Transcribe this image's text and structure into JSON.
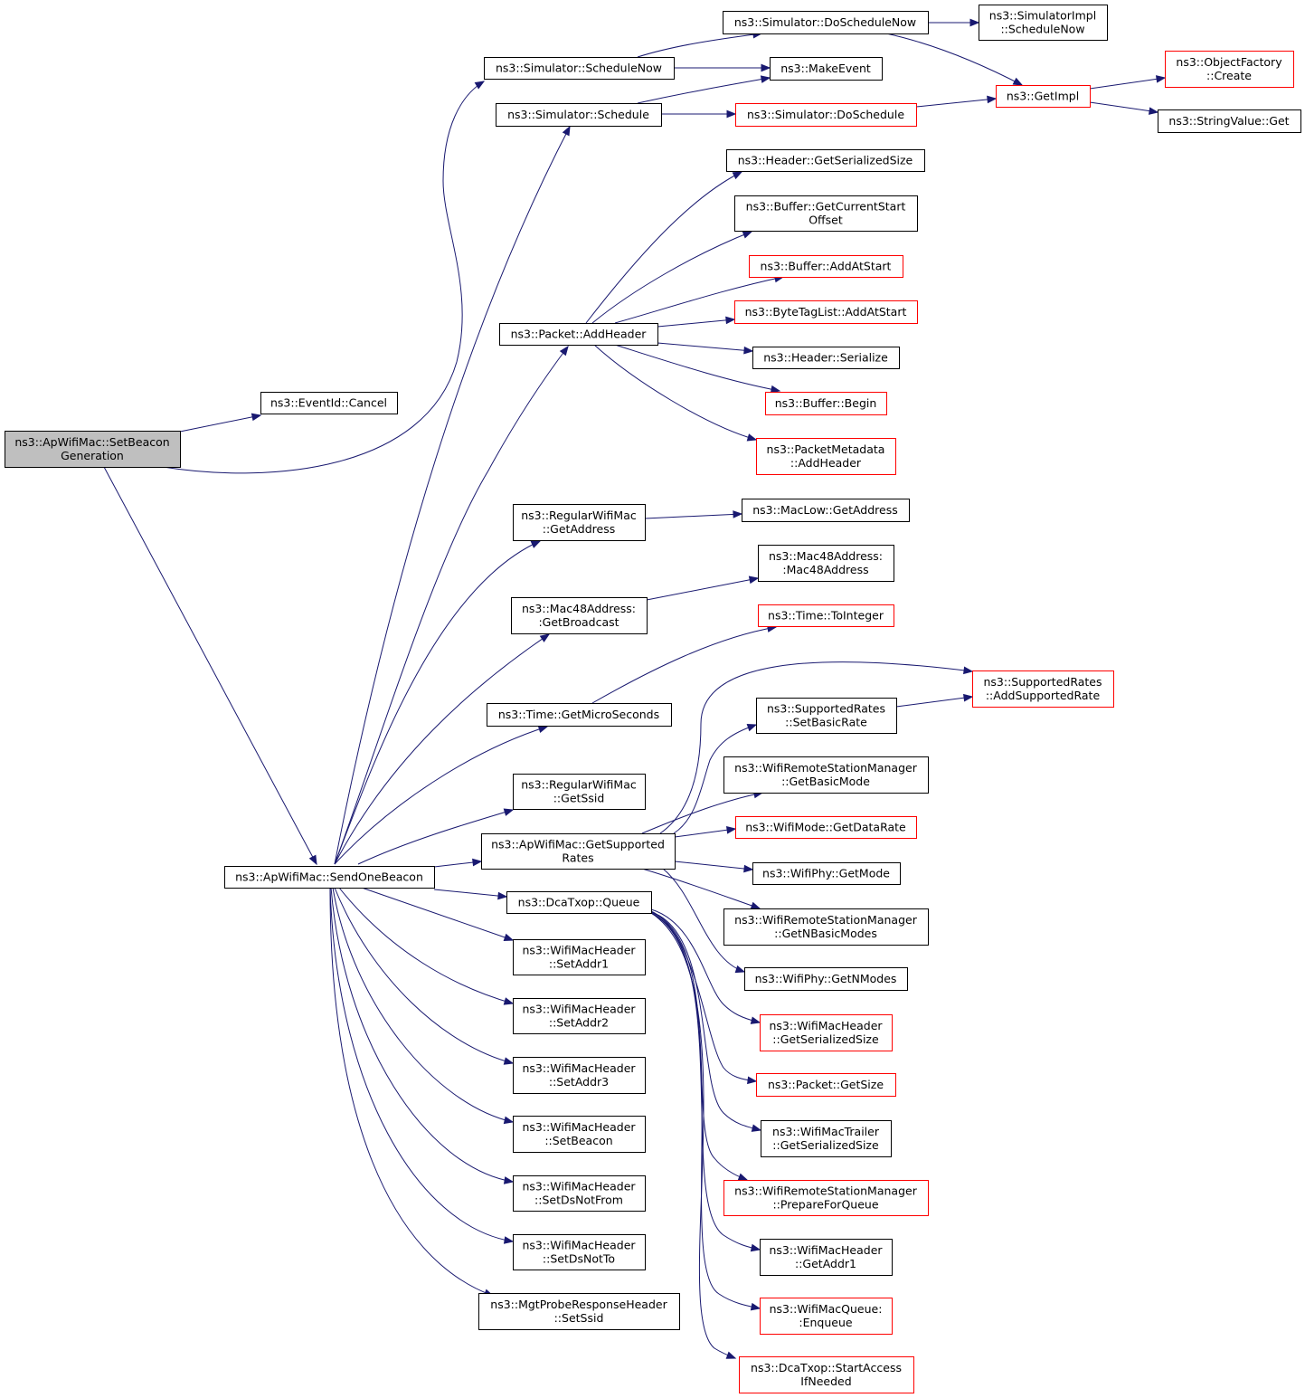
{
  "colors": {
    "edge": "#191970",
    "border_normal": "#000000",
    "border_truncated": "#ff0000",
    "fill_normal": "#ffffff",
    "fill_root": "#bfbfbf"
  },
  "nodes": [
    {
      "id": "n_setbeacongen",
      "lines": [
        "ns3::ApWifiMac::SetBeacon",
        "Generation"
      ],
      "style": "root"
    },
    {
      "id": "n_eventcancel",
      "lines": [
        "ns3::EventId::Cancel"
      ],
      "style": "normal"
    },
    {
      "id": "n_sendonebeacon",
      "lines": [
        "ns3::ApWifiMac::SendOneBeacon"
      ],
      "style": "normal"
    },
    {
      "id": "n_schedulenow",
      "lines": [
        "ns3::Simulator::ScheduleNow"
      ],
      "style": "normal"
    },
    {
      "id": "n_schedule",
      "lines": [
        "ns3::Simulator::Schedule"
      ],
      "style": "normal"
    },
    {
      "id": "n_doschedulenow",
      "lines": [
        "ns3::Simulator::DoScheduleNow"
      ],
      "style": "normal"
    },
    {
      "id": "n_makeevent",
      "lines": [
        "ns3::MakeEvent"
      ],
      "style": "normal"
    },
    {
      "id": "n_doschedule",
      "lines": [
        "ns3::Simulator::DoSchedule"
      ],
      "style": "truncated"
    },
    {
      "id": "n_simimplschedulenow",
      "lines": [
        "ns3::SimulatorImpl",
        "::ScheduleNow"
      ],
      "style": "normal"
    },
    {
      "id": "n_getimpl",
      "lines": [
        "ns3::GetImpl"
      ],
      "style": "truncated"
    },
    {
      "id": "n_objfactorycreate",
      "lines": [
        "ns3::ObjectFactory",
        "::Create"
      ],
      "style": "truncated"
    },
    {
      "id": "n_stringvalueget",
      "lines": [
        "ns3::StringValue::Get"
      ],
      "style": "normal"
    },
    {
      "id": "n_packetaddheader",
      "lines": [
        "ns3::Packet::AddHeader"
      ],
      "style": "normal"
    },
    {
      "id": "n_headergetserializedsize",
      "lines": [
        "ns3::Header::GetSerializedSize"
      ],
      "style": "normal"
    },
    {
      "id": "n_buffergetcurrentstart",
      "lines": [
        "ns3::Buffer::GetCurrentStart",
        "Offset"
      ],
      "style": "normal"
    },
    {
      "id": "n_bufferaddatstart",
      "lines": [
        "ns3::Buffer::AddAtStart"
      ],
      "style": "truncated"
    },
    {
      "id": "n_bytetaglistaddatstart",
      "lines": [
        "ns3::ByteTagList::AddAtStart"
      ],
      "style": "truncated"
    },
    {
      "id": "n_headerserialize",
      "lines": [
        "ns3::Header::Serialize"
      ],
      "style": "normal"
    },
    {
      "id": "n_bufferbegin",
      "lines": [
        "ns3::Buffer::Begin"
      ],
      "style": "truncated"
    },
    {
      "id": "n_packetmetadataaddheader",
      "lines": [
        "ns3::PacketMetadata",
        "::AddHeader"
      ],
      "style": "truncated"
    },
    {
      "id": "n_regwifimacgetaddress",
      "lines": [
        "ns3::RegularWifiMac",
        "::GetAddress"
      ],
      "style": "normal"
    },
    {
      "id": "n_maclowgetaddress",
      "lines": [
        "ns3::MacLow::GetAddress"
      ],
      "style": "normal"
    },
    {
      "id": "n_mac48getbroadcast",
      "lines": [
        "ns3::Mac48Address:",
        ":GetBroadcast"
      ],
      "style": "normal"
    },
    {
      "id": "n_mac48ctor",
      "lines": [
        "ns3::Mac48Address:",
        ":Mac48Address"
      ],
      "style": "normal"
    },
    {
      "id": "n_timetointeger",
      "lines": [
        "ns3::Time::ToInteger"
      ],
      "style": "truncated"
    },
    {
      "id": "n_timegetmicroseconds",
      "lines": [
        "ns3::Time::GetMicroSeconds"
      ],
      "style": "normal"
    },
    {
      "id": "n_suppratesaddsupported",
      "lines": [
        "ns3::SupportedRates",
        "::AddSupportedRate"
      ],
      "style": "truncated"
    },
    {
      "id": "n_suppratessetbasic",
      "lines": [
        "ns3::SupportedRates",
        "::SetBasicRate"
      ],
      "style": "normal"
    },
    {
      "id": "n_regwifimacgetssid",
      "lines": [
        "ns3::RegularWifiMac",
        "::GetSsid"
      ],
      "style": "normal"
    },
    {
      "id": "n_wrsmgetbasicmode",
      "lines": [
        "ns3::WifiRemoteStationManager",
        "::GetBasicMode"
      ],
      "style": "normal"
    },
    {
      "id": "n_apwifimacgetsupportedrates",
      "lines": [
        "ns3::ApWifiMac::GetSupported",
        "Rates"
      ],
      "style": "normal"
    },
    {
      "id": "n_wifimodegetdatarate",
      "lines": [
        "ns3::WifiMode::GetDataRate"
      ],
      "style": "truncated"
    },
    {
      "id": "n_wifiphygetmode",
      "lines": [
        "ns3::WifiPhy::GetMode"
      ],
      "style": "normal"
    },
    {
      "id": "n_dcatxopqueue",
      "lines": [
        "ns3::DcaTxop::Queue"
      ],
      "style": "normal"
    },
    {
      "id": "n_wrsmgetnbasicmodes",
      "lines": [
        "ns3::WifiRemoteStationManager",
        "::GetNBasicModes"
      ],
      "style": "normal"
    },
    {
      "id": "n_wifimacheadersetaddr1",
      "lines": [
        "ns3::WifiMacHeader",
        "::SetAddr1"
      ],
      "style": "normal"
    },
    {
      "id": "n_wifiphygetnmodes",
      "lines": [
        "ns3::WifiPhy::GetNModes"
      ],
      "style": "normal"
    },
    {
      "id": "n_wifimacheadersetaddr2",
      "lines": [
        "ns3::WifiMacHeader",
        "::SetAddr2"
      ],
      "style": "normal"
    },
    {
      "id": "n_wifimacheadergetserializedsize",
      "lines": [
        "ns3::WifiMacHeader",
        "::GetSerializedSize"
      ],
      "style": "truncated"
    },
    {
      "id": "n_wifimacheadersetaddr3",
      "lines": [
        "ns3::WifiMacHeader",
        "::SetAddr3"
      ],
      "style": "normal"
    },
    {
      "id": "n_packetgetsize",
      "lines": [
        "ns3::Packet::GetSize"
      ],
      "style": "truncated"
    },
    {
      "id": "n_wifimacheadersetbeacon",
      "lines": [
        "ns3::WifiMacHeader",
        "::SetBeacon"
      ],
      "style": "normal"
    },
    {
      "id": "n_wifimactrailergetserializedsize",
      "lines": [
        "ns3::WifiMacTrailer",
        "::GetSerializedSize"
      ],
      "style": "normal"
    },
    {
      "id": "n_wifimacheadersetdsnotfrom",
      "lines": [
        "ns3::WifiMacHeader",
        "::SetDsNotFrom"
      ],
      "style": "normal"
    },
    {
      "id": "n_wrsmprepareforqueue",
      "lines": [
        "ns3::WifiRemoteStationManager",
        "::PrepareForQueue"
      ],
      "style": "truncated"
    },
    {
      "id": "n_wifimacheadersetdsnotto",
      "lines": [
        "ns3::WifiMacHeader",
        "::SetDsNotTo"
      ],
      "style": "normal"
    },
    {
      "id": "n_wifimacheadergetaddr1",
      "lines": [
        "ns3::WifiMacHeader",
        "::GetAddr1"
      ],
      "style": "normal"
    },
    {
      "id": "n_mgtprobesetssid",
      "lines": [
        "ns3::MgtProbeResponseHeader",
        "::SetSsid"
      ],
      "style": "normal"
    },
    {
      "id": "n_wifimacqueueenqueue",
      "lines": [
        "ns3::WifiMacQueue:",
        ":Enqueue"
      ],
      "style": "truncated"
    },
    {
      "id": "n_dcatxopstartaccess",
      "lines": [
        "ns3::DcaTxop::StartAccess",
        "IfNeeded"
      ],
      "style": "truncated"
    }
  ]
}
